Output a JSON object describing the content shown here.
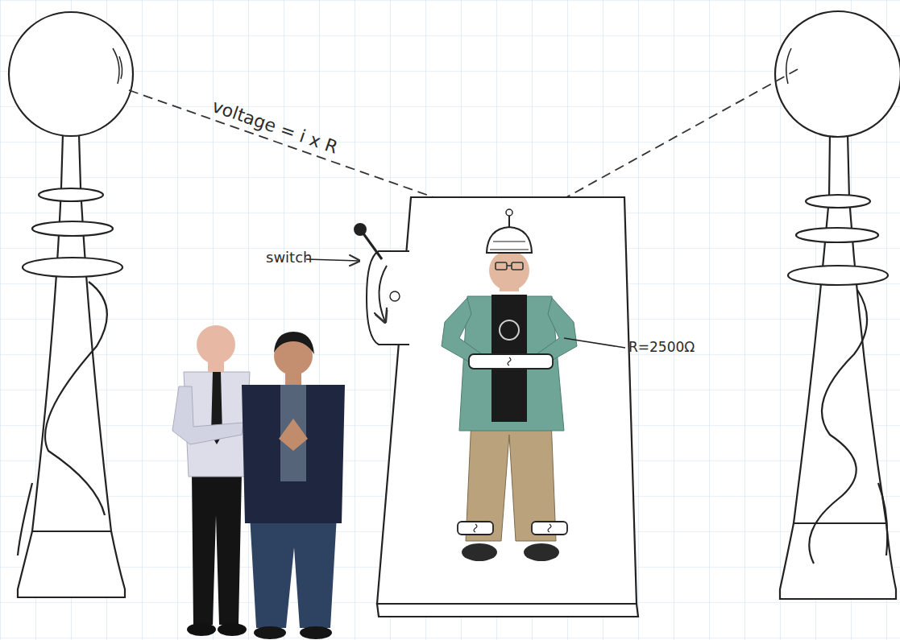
{
  "diagram": {
    "labels": [
      "voltage = i x R",
      "switch",
      "R=2500Ω"
    ]
  }
}
